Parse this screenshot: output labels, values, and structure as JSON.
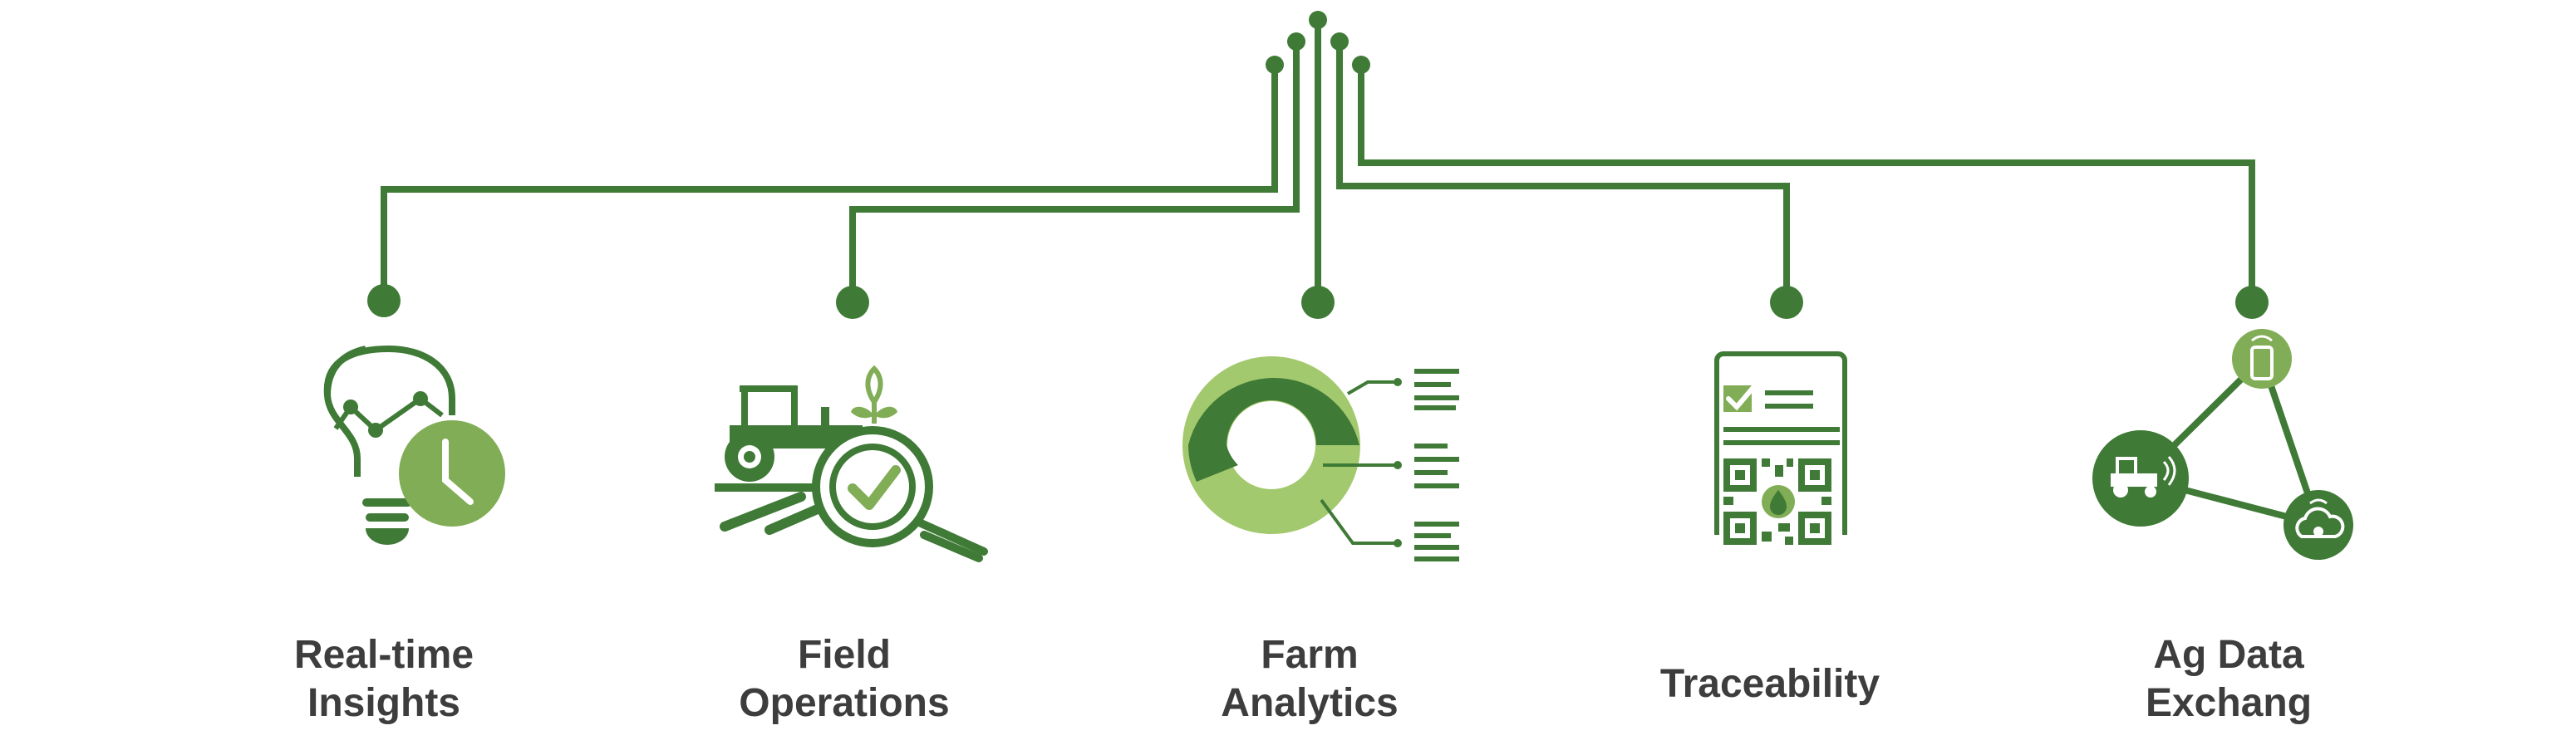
{
  "colors": {
    "primary_green": "#3f7a36",
    "mid_green": "#80ad55",
    "light_green": "#a3c96e",
    "label_text": "#3d3d3d"
  },
  "nodes": [
    {
      "id": "realtime",
      "label_line1": "Real-time",
      "label_line2": "Insights",
      "icon": "lightbulb-clock-icon"
    },
    {
      "id": "field",
      "label_line1": "Field",
      "label_line2": "Operations",
      "icon": "tractor-inspection-icon"
    },
    {
      "id": "analytics",
      "label_line1": "Farm",
      "label_line2": "Analytics",
      "icon": "donut-chart-icon"
    },
    {
      "id": "traceability",
      "label_line1": "Traceability",
      "label_line2": "",
      "icon": "qr-document-icon"
    },
    {
      "id": "agdata",
      "label_line1": "Ag Data",
      "label_line2": "Exchang",
      "icon": "network-devices-icon"
    }
  ]
}
